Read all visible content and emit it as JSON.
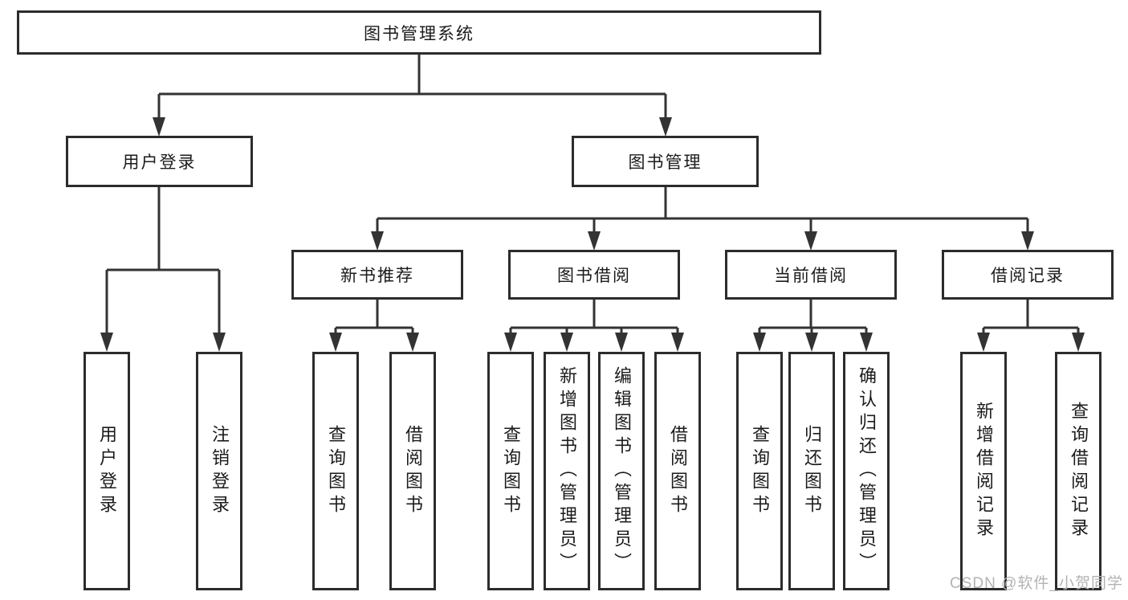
{
  "diagram": {
    "title": "图书管理系统",
    "branches": [
      {
        "label": "用户登录",
        "children": [
          {
            "label": "用户登录"
          },
          {
            "label": "注销登录"
          }
        ]
      },
      {
        "label": "图书管理",
        "children": [
          {
            "label": "新书推荐",
            "children": [
              {
                "label": "查询图书"
              },
              {
                "label": "借阅图书"
              }
            ]
          },
          {
            "label": "图书借阅",
            "children": [
              {
                "label": "查询图书"
              },
              {
                "label": "新增图书（管理员）"
              },
              {
                "label": "编辑图书（管理员）"
              },
              {
                "label": "借阅图书"
              }
            ]
          },
          {
            "label": "当前借阅",
            "children": [
              {
                "label": "查询图书"
              },
              {
                "label": "归还图书"
              },
              {
                "label": "确认归还（管理员）"
              }
            ]
          },
          {
            "label": "借阅记录",
            "children": [
              {
                "label": "新增借阅记录"
              },
              {
                "label": "查询借阅记录"
              }
            ]
          }
        ]
      }
    ]
  },
  "watermark": {
    "text": "CSDN @软件_小贺同学"
  },
  "colors": {
    "line": "#333333",
    "box_border": "#2c2c2c",
    "text": "#1b1b1b",
    "watermark": "#b3b3b3",
    "background": "#ffffff"
  }
}
